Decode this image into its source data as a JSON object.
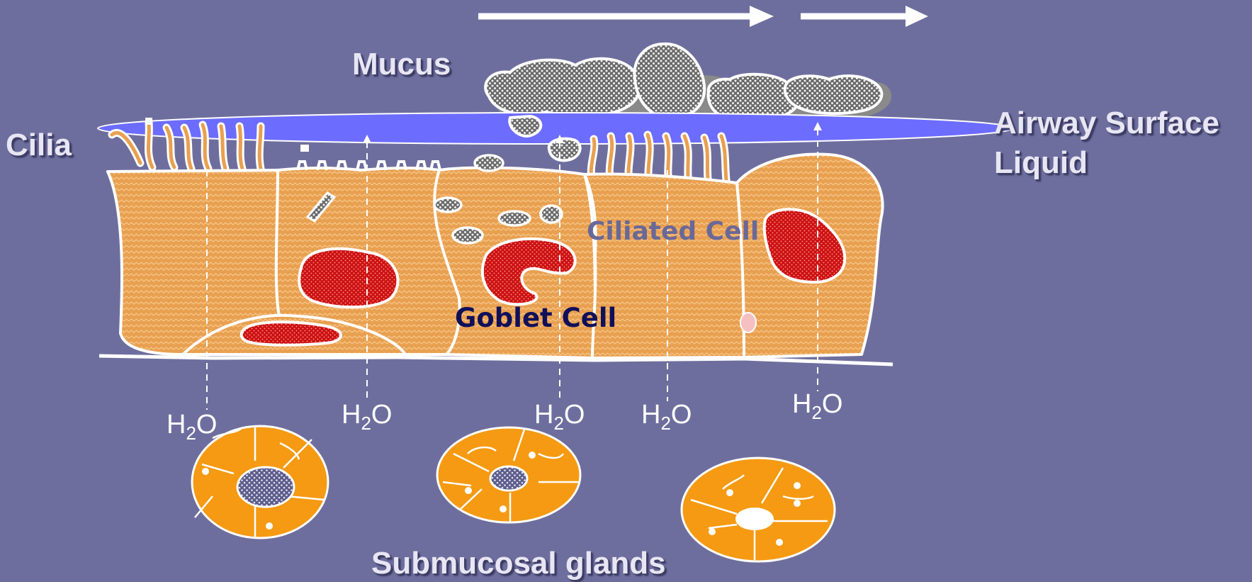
{
  "labels": {
    "cilia": "Cilia",
    "mucus": "Mucus",
    "airway_surface_liquid_line1": "Airway Surface",
    "airway_surface_liquid_line2": "Liquid",
    "ciliated_cell": "Ciliated Cell",
    "goblet_cell": "Goblet Cell",
    "submucosal_glands": "Submucosal glands"
  },
  "water_labels": [
    {
      "main": "H",
      "sub": "2",
      "end": "O"
    },
    {
      "main": "H",
      "sub": "2",
      "end": "O"
    },
    {
      "main": "H",
      "sub": "2",
      "end": "O"
    },
    {
      "main": "H",
      "sub": "2",
      "end": "O"
    },
    {
      "main": "H",
      "sub": "2",
      "end": "O"
    }
  ],
  "colors": {
    "background": "#6e6e9e",
    "cell_fill": "#e8a050",
    "nucleus": "#cc1111",
    "surface_liquid": "#6c6cff",
    "mucus_cloud": "#8a8a8a",
    "gland_fill": "#f59a12",
    "arrow": "#ffffff"
  }
}
